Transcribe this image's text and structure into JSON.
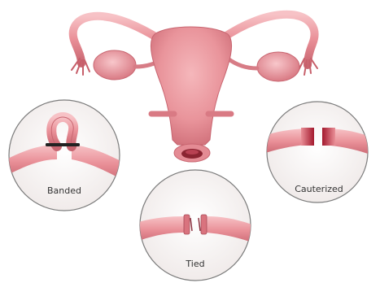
{
  "diagram": {
    "labels": {
      "banded": "Banded",
      "tied": "Tied",
      "cauterized": "Cauterized"
    },
    "colors": {
      "tissue": "#e98f97",
      "tissue_light": "#f6c3c6",
      "tissue_dark": "#c75f6a",
      "circle_fill": "#f6f2f1",
      "circle_border": "#7c7c7c",
      "band": "#222222",
      "burn": "#b22236"
    },
    "icons": {
      "uterus": "uterus-illustration",
      "banded": "banded-tube-illustration",
      "tied": "tied-tube-illustration",
      "cauterized": "cauterized-tube-illustration"
    }
  }
}
